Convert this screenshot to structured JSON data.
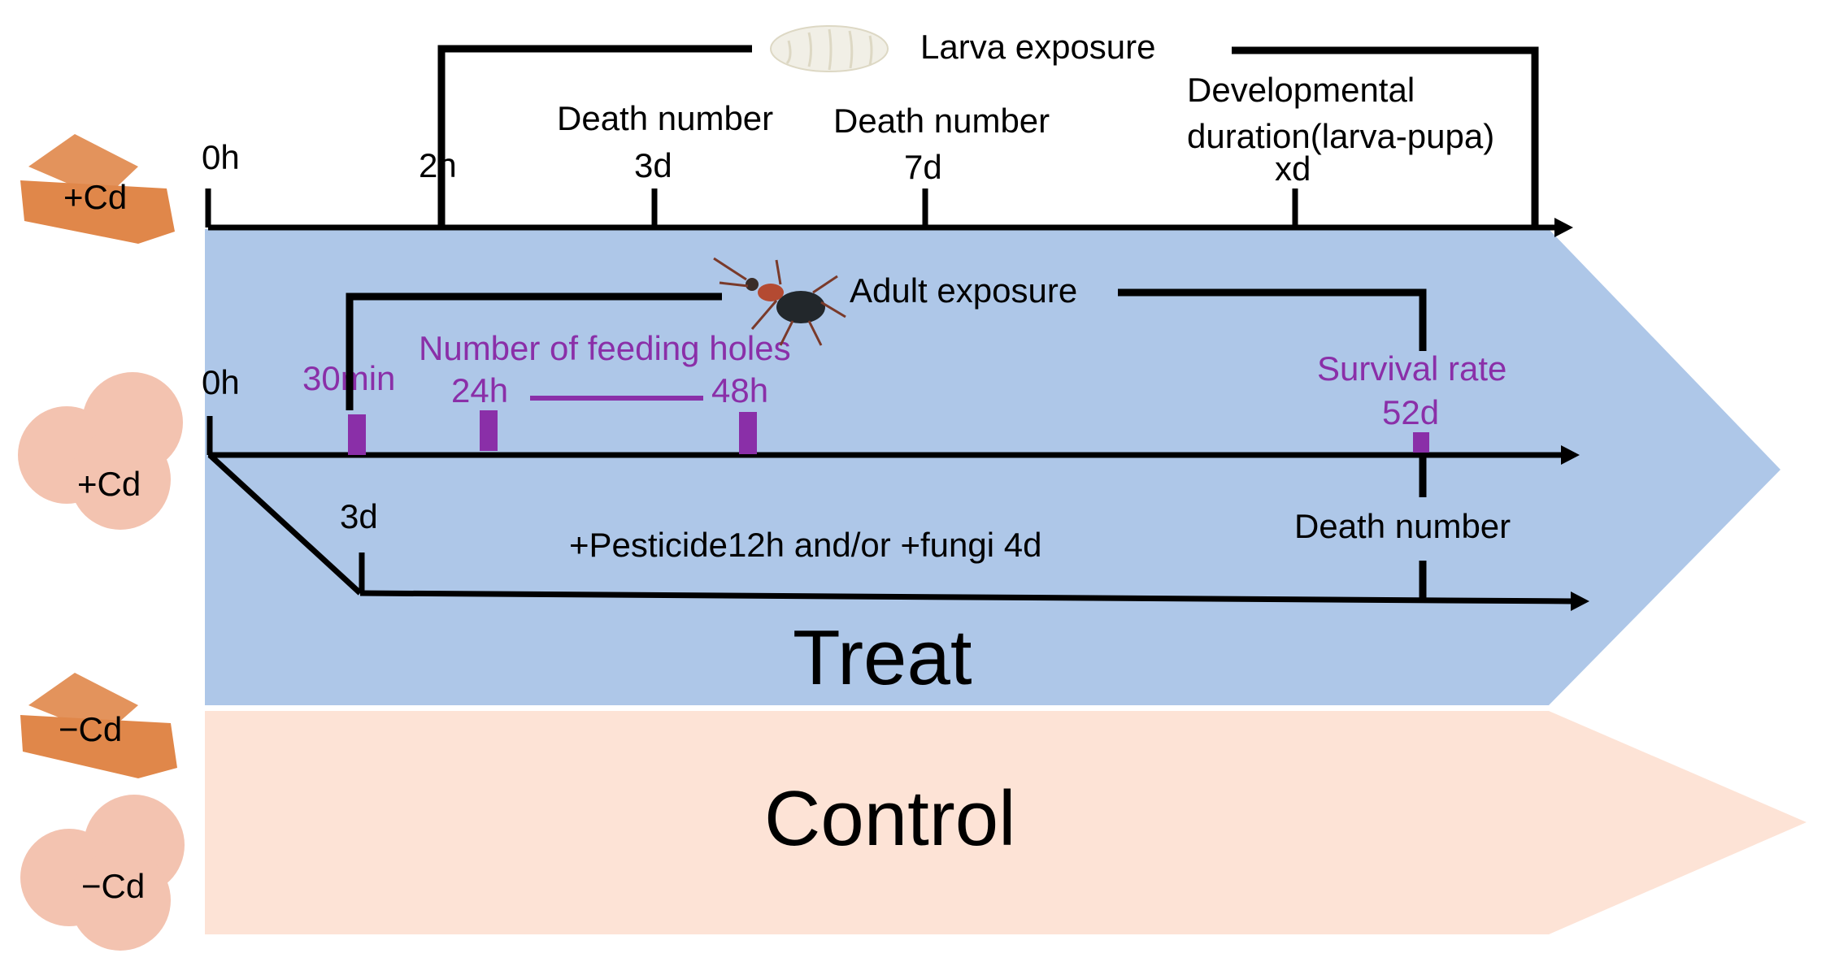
{
  "colors": {
    "treat_fill": "#aec7e8",
    "control_fill": "#fde3d6",
    "accent_purple": "#8a2fa8",
    "wood": "#e0874a",
    "pellet": "#f3c3b0"
  },
  "materials": [
    {
      "kind": "wood",
      "label": "+Cd"
    },
    {
      "kind": "pellet",
      "label": "+Cd"
    },
    {
      "kind": "wood",
      "label": "−Cd"
    },
    {
      "kind": "pellet",
      "label": "−Cd"
    }
  ],
  "larva": {
    "title": "Larva exposure",
    "ticks": [
      "0h",
      "2h",
      "3d",
      "7d",
      "xd"
    ],
    "events": [
      "Death number",
      "Death number",
      "Developmental",
      "duration(larva-pupa)"
    ]
  },
  "adult": {
    "title": "Adult exposure",
    "ticks": [
      "0h",
      "30min",
      "24h",
      "48h",
      "52d"
    ],
    "feeding": "Number of feeding holes",
    "survival": "Survival rate",
    "branch_tick": "3d",
    "branch_text": "+Pesticide12h and/or +fungi 4d",
    "death": "Death number"
  },
  "bands": {
    "treat": "Treat",
    "control": "Control"
  }
}
